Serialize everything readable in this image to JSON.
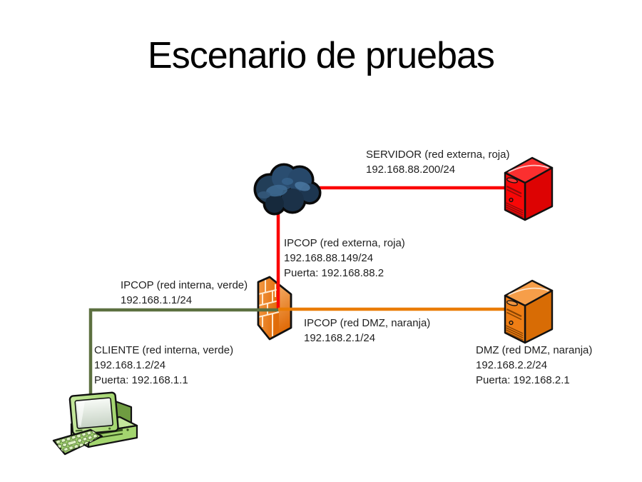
{
  "slide": {
    "title": "Escenario de pruebas"
  },
  "nodes": {
    "servidor": {
      "title": "SERVIDOR (red externa, roja)",
      "ip": "192.168.88.200/24"
    },
    "ipcop_externa": {
      "title": "IPCOP (red externa, roja)",
      "ip": "192.168.88.149/24",
      "gateway": "Puerta: 192.168.88.2"
    },
    "ipcop_interna": {
      "title": "IPCOP (red interna, verde)",
      "ip": "192.168.1.1/24"
    },
    "ipcop_dmz": {
      "title": "IPCOP (red DMZ, naranja)",
      "ip": "192.168.2.1/24"
    },
    "dmz": {
      "title": "DMZ (red DMZ, naranja)",
      "ip": "192.168.2.2/24",
      "gateway": "Puerta: 192.168.2.1"
    },
    "cliente": {
      "title": "CLIENTE (red interna, verde)",
      "ip": "192.168.1.2/24",
      "gateway": "Puerta: 192.168.1.1"
    }
  },
  "icons": {
    "cloud": "internet-cloud",
    "servidor": "red-server-tower",
    "firewall": "orange-brick-wall",
    "dmz": "orange-server-tower",
    "cliente": "green-desktop-computer"
  },
  "colors": {
    "text": "#1f1f1f",
    "outline": "#111111",
    "line-red": "#fb0505",
    "line-green": "#5c7040",
    "line-orange": "#ea7c04",
    "cloud-base": "#203a52",
    "cloud-dark": "#14222f",
    "cloud-light": "#3e6b93",
    "cloud-lighter": "#4e7ca6",
    "server-red-front": "#f80707",
    "server-red-side": "#dd0303",
    "server-red-top": "#fb2f2f",
    "server-red-detail": "#8f0c0c",
    "server-orange-front": "#ee7e15",
    "server-orange-side": "#d86c05",
    "server-orange-top": "#f69e49",
    "server-orange-detail": "#8a4503",
    "firewall-light": "#fcc98f",
    "firewall-mid": "#f49a45",
    "firewall-dark": "#e06c0a",
    "firewall-mortar": "#ffe9cf",
    "client-green": "#a3d56f",
    "client-green-light": "#c4e79c",
    "client-green-dark": "#6f9c41"
  }
}
